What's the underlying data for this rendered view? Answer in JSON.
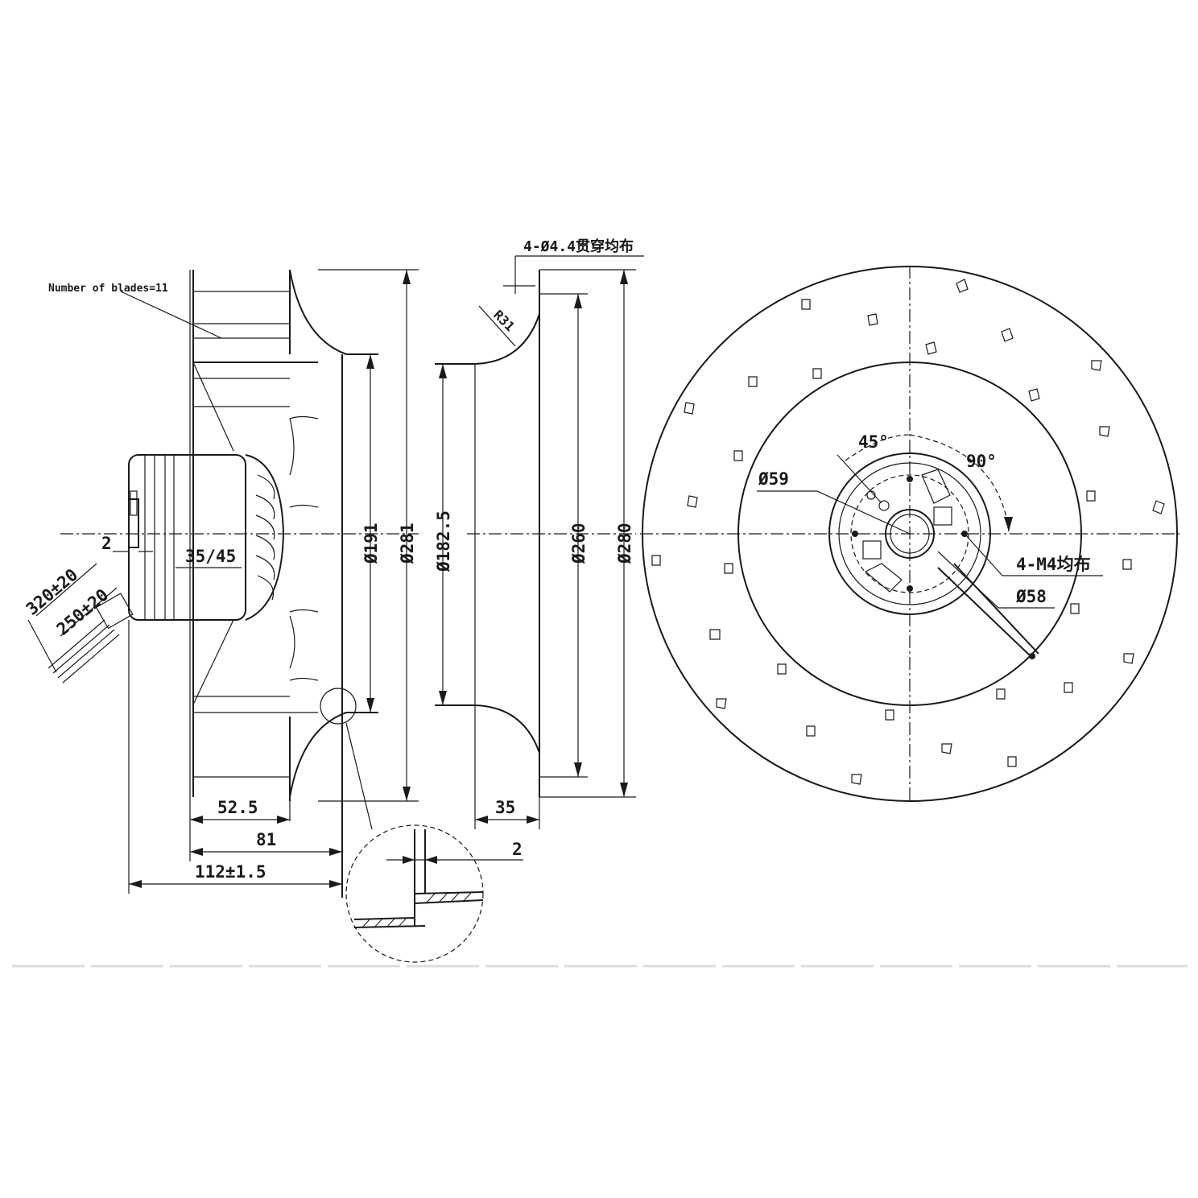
{
  "side_view": {
    "blades_note": "Number of blades=11",
    "dim_2_left": "2",
    "dim_35_45": "35/45",
    "dim_320": "320±20",
    "dim_250": "250±20",
    "dim_d191": "Ø191",
    "dim_d281": "Ø281",
    "dim_52_5": "52.5",
    "dim_81": "81",
    "dim_112": "112±1.5"
  },
  "section_view": {
    "hole_note": "4-Ø4.4贯穿均布",
    "radius": "R31",
    "dim_d182_5": "Ø182.5",
    "dim_d260": "Ø260",
    "dim_d280": "Ø280",
    "dim_35": "35",
    "detail_2": "2"
  },
  "front_view": {
    "angle_45": "45°",
    "angle_90": "90°",
    "dim_d59": "Ø59",
    "thread_note": "4-M4均布",
    "dim_d58": "Ø58"
  }
}
